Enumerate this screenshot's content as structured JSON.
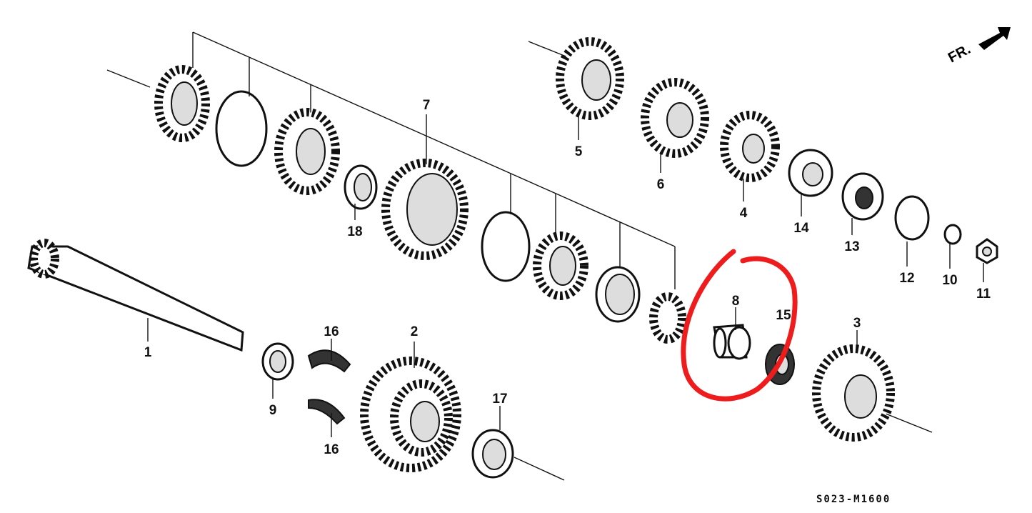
{
  "diagram": {
    "callouts": [
      "1",
      "2",
      "3",
      "4",
      "5",
      "6",
      "7",
      "8",
      "9",
      "10",
      "11",
      "12",
      "13",
      "14",
      "15",
      "16",
      "16",
      "17",
      "18"
    ],
    "direction_label": "FR.",
    "diagram_code": "S023-M1600",
    "highlight_color": "#ee1c1c"
  }
}
